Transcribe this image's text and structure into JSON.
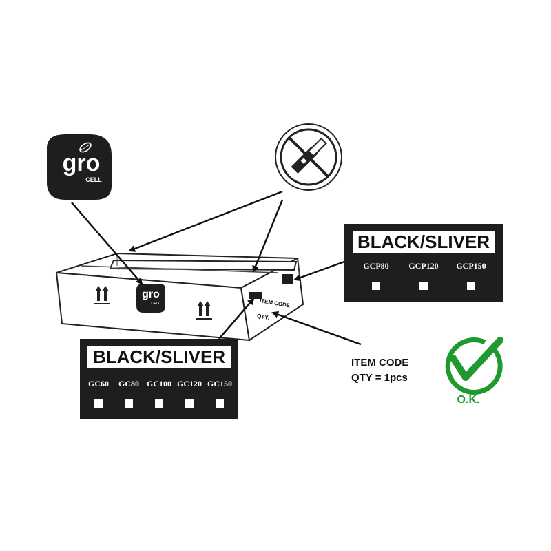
{
  "brand": {
    "logo_text": "gro",
    "logo_subtext": "CELL"
  },
  "panel_top_right": {
    "title": "BLACK/SLIVER",
    "codes": [
      "GCP80",
      "GCP120",
      "GCP150"
    ]
  },
  "panel_bottom_left": {
    "title": "BLACK/SLIVER",
    "codes": [
      "GC60",
      "GC80",
      "GC100",
      "GC120",
      "GC150"
    ]
  },
  "box_label": {
    "line1": "ITEM CODE",
    "line2": "QTY:"
  },
  "item_code": {
    "line1": "ITEM CODE",
    "line2": "QTY = 1pcs"
  },
  "ok": {
    "label": "O.K.",
    "color": "#1f9a2e"
  },
  "icons": [
    "leaf-icon",
    "no-cutter-icon",
    "this-side-up-icon",
    "checkmark-icon"
  ]
}
